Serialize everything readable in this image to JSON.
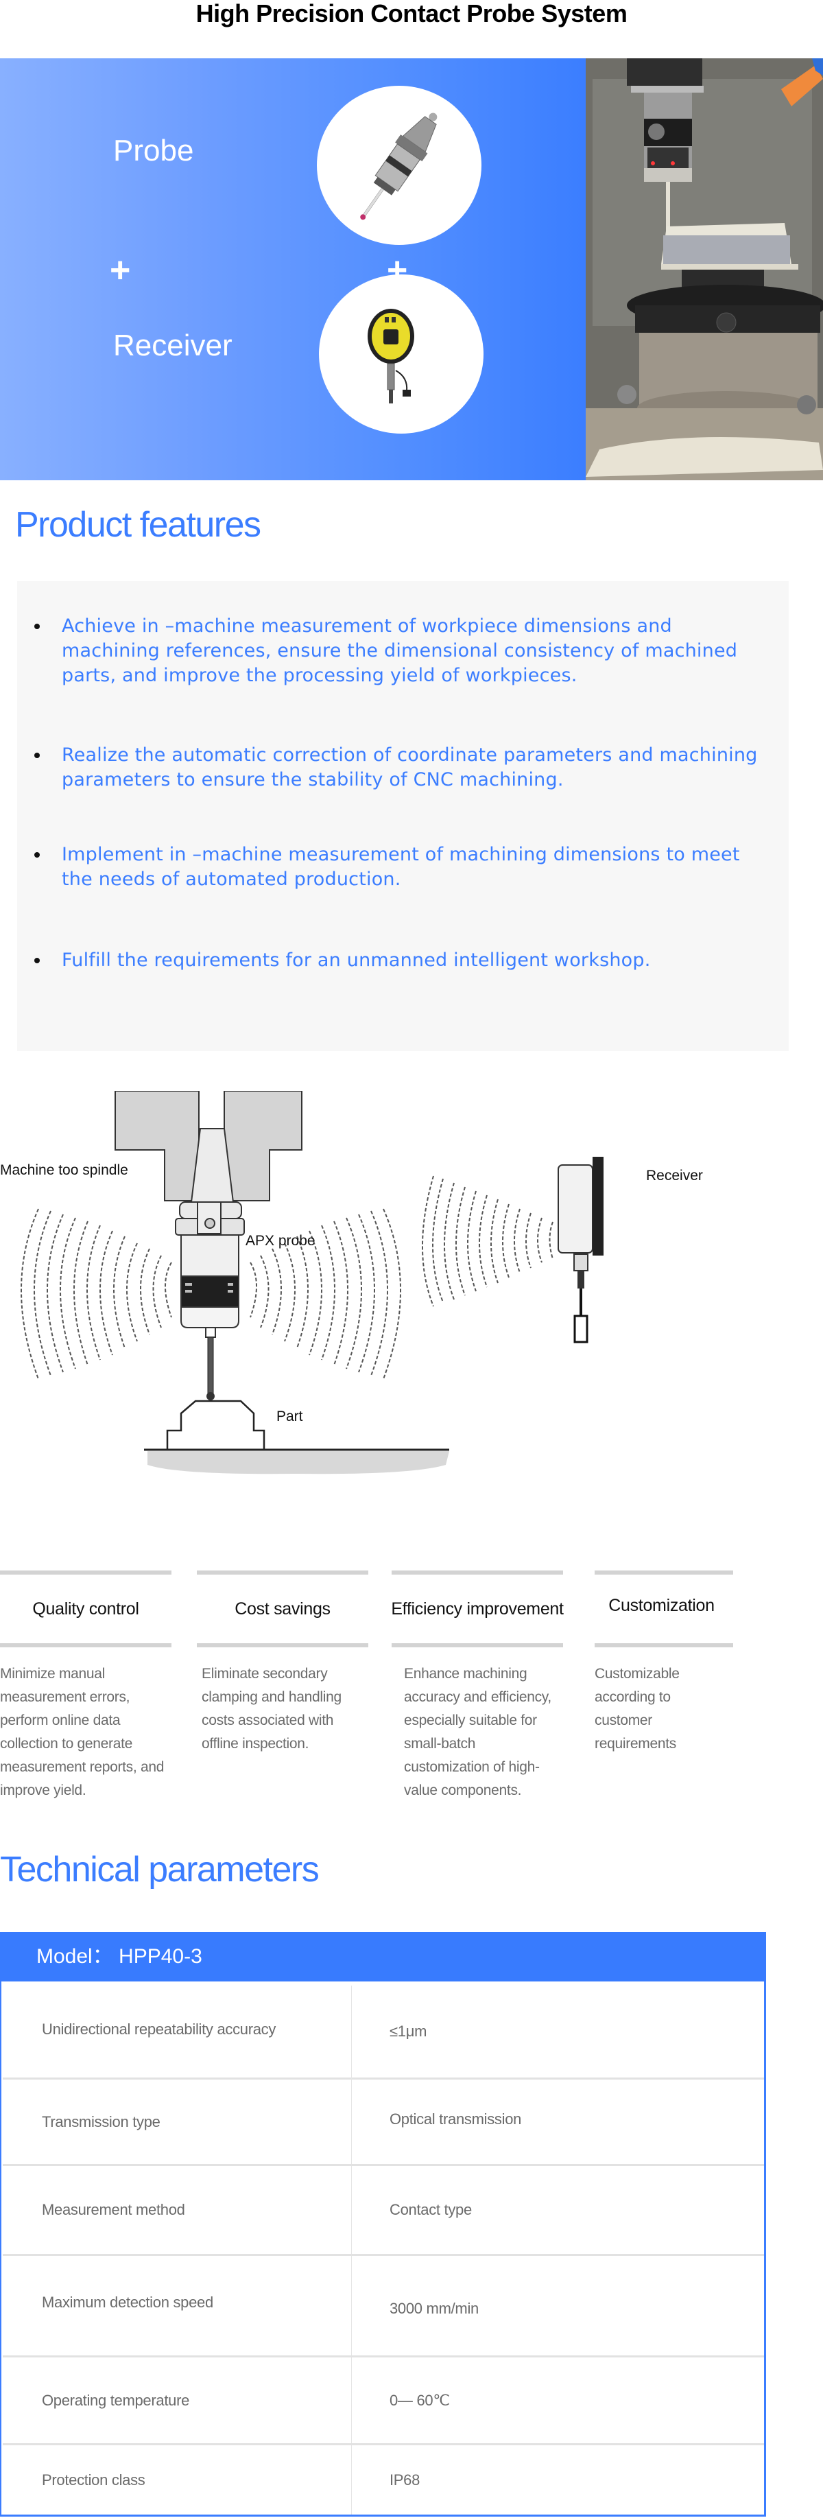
{
  "page": {
    "title": "High Precision Contact Probe System"
  },
  "hero": {
    "probe_label": "Probe",
    "plus_symbol": "+",
    "receiver_label": "Receiver",
    "probe_image_alt": "probe-product-image",
    "receiver_image_alt": "receiver-product-image",
    "photo_alt": "probe-in-machine-photo",
    "gradient_start": "#88b0ff",
    "gradient_end": "#3b7eff"
  },
  "features": {
    "heading": "Product features",
    "items": [
      "Achieve in –machine measurement of workpiece dimensions and machining references, ensure the dimensional consistency of machined parts, and improve the processing yield of workpieces.",
      "Realize the automatic correction of coordinate parameters and machining parameters to ensure the stability of CNC machining.",
      "Implement in –machine measurement of machining dimensions to meet the needs of automated production.",
      "Fulfill the requirements for an unmanned intelligent workshop."
    ]
  },
  "diagram": {
    "spindle_label": "Machine too  spindle",
    "probe_label": "APX probe",
    "part_label": "Part",
    "receiver_label": "Receiver"
  },
  "benefits": [
    {
      "title": "Quality control",
      "description": "Minimize manual measurement errors, perform online data collection to generate measurement reports, and improve yield."
    },
    {
      "title": "Cost savings",
      "description": "Eliminate secondary clamping and handling costs associated with offline inspection."
    },
    {
      "title": "Efficiency improvement",
      "description": "Enhance machining accuracy and efficiency, especially suitable for small-batch customization of high-value components."
    },
    {
      "title": "Customization",
      "description": "Customizable according to customer requirements"
    }
  ],
  "technical": {
    "heading": "Technical parameters",
    "model_label": "Model：  HPP40-3",
    "rows": [
      {
        "param": "Unidirectional repeatability accuracy",
        "value": "≤1μm"
      },
      {
        "param": "Transmission type",
        "value": "Optical transmission"
      },
      {
        "param": "Measurement method",
        "value": "Contact type"
      },
      {
        "param": "Maximum detection speed",
        "value": "3000 mm/min"
      },
      {
        "param": "Operating temperature",
        "value": "0— 60℃"
      },
      {
        "param": "Protection class",
        "value": "IP68"
      }
    ]
  },
  "colors": {
    "accent_blue": "#3b7dff",
    "table_header_blue": "#387bfe",
    "feature_box_bg": "#f7f7f7",
    "bar_gray": "#d3d3d3",
    "muted_text": "#6a6a6a"
  }
}
